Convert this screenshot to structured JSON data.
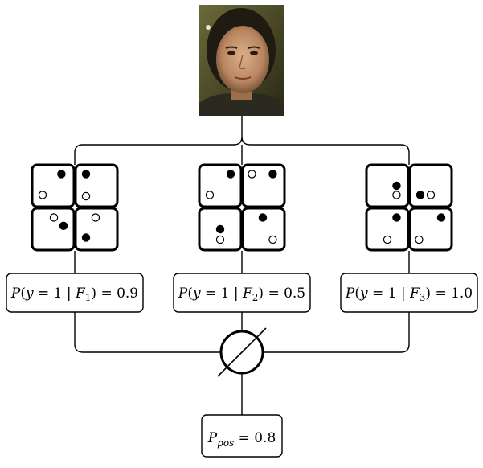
{
  "photo": {
    "icon": "face-photo"
  },
  "ferns": [
    {
      "id": "fern-1",
      "prob_parts": [
        "P",
        "(",
        "y",
        " = 1 | ",
        "F",
        "1",
        ") = 0.9"
      ],
      "dots": [
        {
          "cell": 0,
          "fx": 0.7,
          "fy": 0.22,
          "filled": true
        },
        {
          "cell": 0,
          "fx": 0.25,
          "fy": 0.72,
          "filled": false
        },
        {
          "cell": 1,
          "fx": 0.25,
          "fy": 0.22,
          "filled": true
        },
        {
          "cell": 1,
          "fx": 0.25,
          "fy": 0.75,
          "filled": false
        },
        {
          "cell": 2,
          "fx": 0.52,
          "fy": 0.22,
          "filled": false
        },
        {
          "cell": 2,
          "fx": 0.75,
          "fy": 0.42,
          "filled": true
        },
        {
          "cell": 3,
          "fx": 0.48,
          "fy": 0.22,
          "filled": false
        },
        {
          "cell": 3,
          "fx": 0.25,
          "fy": 0.7,
          "filled": true
        }
      ]
    },
    {
      "id": "fern-2",
      "prob_parts": [
        "P",
        "(",
        "y",
        " = 1 | ",
        "F",
        "2",
        ") = 0.5"
      ],
      "dots": [
        {
          "cell": 0,
          "fx": 0.75,
          "fy": 0.22,
          "filled": true
        },
        {
          "cell": 0,
          "fx": 0.25,
          "fy": 0.72,
          "filled": false
        },
        {
          "cell": 1,
          "fx": 0.22,
          "fy": 0.22,
          "filled": false
        },
        {
          "cell": 1,
          "fx": 0.72,
          "fy": 0.22,
          "filled": true
        },
        {
          "cell": 2,
          "fx": 0.5,
          "fy": 0.5,
          "filled": true
        },
        {
          "cell": 2,
          "fx": 0.5,
          "fy": 0.75,
          "filled": false
        },
        {
          "cell": 3,
          "fx": 0.48,
          "fy": 0.22,
          "filled": true
        },
        {
          "cell": 3,
          "fx": 0.72,
          "fy": 0.75,
          "filled": false
        }
      ]
    },
    {
      "id": "fern-3",
      "prob_parts": [
        "P",
        "(",
        "y",
        " = 1 | ",
        "F",
        "3",
        ") = 1.0"
      ],
      "dots": [
        {
          "cell": 0,
          "fx": 0.72,
          "fy": 0.5,
          "filled": true
        },
        {
          "cell": 0,
          "fx": 0.72,
          "fy": 0.72,
          "filled": false
        },
        {
          "cell": 1,
          "fx": 0.25,
          "fy": 0.72,
          "filled": true
        },
        {
          "cell": 1,
          "fx": 0.5,
          "fy": 0.72,
          "filled": false
        },
        {
          "cell": 2,
          "fx": 0.72,
          "fy": 0.22,
          "filled": true
        },
        {
          "cell": 2,
          "fx": 0.5,
          "fy": 0.75,
          "filled": false
        },
        {
          "cell": 3,
          "fx": 0.75,
          "fy": 0.22,
          "filled": true
        },
        {
          "cell": 3,
          "fx": 0.22,
          "fy": 0.75,
          "filled": false
        }
      ]
    }
  ],
  "combiner": {
    "icon": "empty-set-icon"
  },
  "result": {
    "parts": [
      "P",
      "pos",
      " = 0.8"
    ]
  }
}
